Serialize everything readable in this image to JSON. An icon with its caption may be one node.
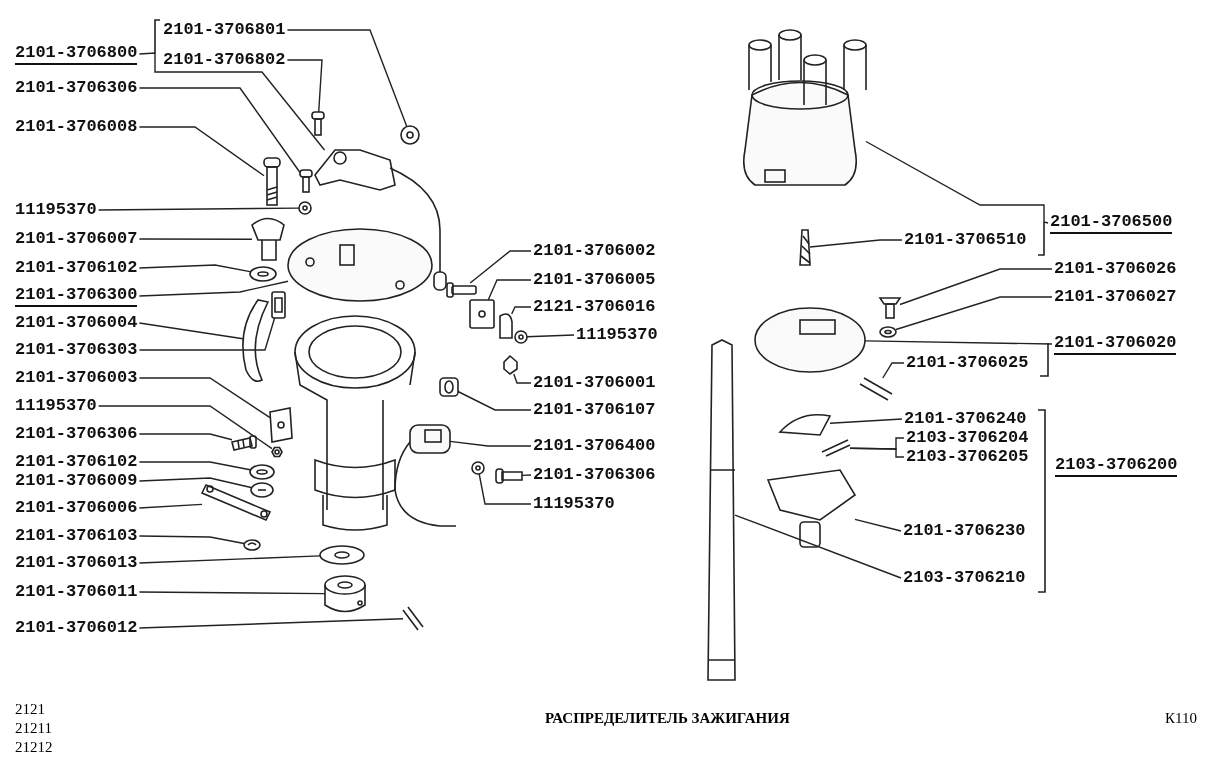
{
  "diagram": {
    "title": "РАСПРЕДЕЛИТЕЛЬ ЗАЖИГАНИЯ",
    "nodes": [
      {
        "text": [
          "2101-3706801"
        ]
      },
      {
        "text": [
          "2101-3706800"
        ]
      },
      {
        "text": [
          "2101-3706802"
        ]
      },
      {
        "text": [
          "2101-3706306"
        ]
      },
      {
        "text": [
          "2101-3706008"
        ]
      },
      {
        "text": [
          "11195370"
        ]
      },
      {
        "text": [
          "2101-3706007"
        ]
      },
      {
        "text": [
          "2101-3706102"
        ]
      },
      {
        "text": [
          "2101-3706300"
        ]
      },
      {
        "text": [
          "2101-3706004"
        ]
      },
      {
        "text": [
          "2101-3706303"
        ]
      },
      {
        "text": [
          "2101-3706003"
        ]
      },
      {
        "text": [
          "11195370"
        ]
      },
      {
        "text": [
          "2101-3706306"
        ]
      },
      {
        "text": [
          "2101-3706102"
        ]
      },
      {
        "text": [
          "2101-3706009"
        ]
      },
      {
        "text": [
          "2101-3706006"
        ]
      },
      {
        "text": [
          "2101-3706103"
        ]
      },
      {
        "text": [
          "2101-3706013"
        ]
      },
      {
        "text": [
          "2101-3706011"
        ]
      },
      {
        "text": [
          "2101-3706012"
        ]
      },
      {
        "text": [
          "2101-3706002"
        ]
      },
      {
        "text": [
          "2101-3706005"
        ]
      },
      {
        "text": [
          "2121-3706016"
        ]
      },
      {
        "text": [
          "11195370"
        ]
      },
      {
        "text": [
          "2101-3706001"
        ]
      },
      {
        "text": [
          "2101-3706107"
        ]
      },
      {
        "text": [
          "2101-3706400"
        ]
      },
      {
        "text": [
          "2101-3706306"
        ]
      },
      {
        "text": [
          "11195370"
        ]
      },
      {
        "text": [
          "2101-3706500"
        ]
      },
      {
        "text": [
          "2101-3706510"
        ]
      },
      {
        "text": [
          "2101-3706026"
        ]
      },
      {
        "text": [
          "2101-3706027"
        ]
      },
      {
        "text": [
          "2101-3706020"
        ]
      },
      {
        "text": [
          "2101-3706025"
        ]
      },
      {
        "text": [
          "2101-3706240"
        ]
      },
      {
        "text": [
          "2103-3706204"
        ]
      },
      {
        "text": [
          "2103-3706205"
        ]
      },
      {
        "text": [
          "2103-3706200"
        ]
      },
      {
        "text": [
          "2101-3706230"
        ]
      },
      {
        "text": [
          "2103-3706210"
        ]
      },
      {
        "text": [],
        "shape": "picture"
      },
      {
        "text": [],
        "shape": "picture"
      },
      {
        "text": [],
        "shape": "picture"
      },
      {
        "text": [],
        "shape": "picture"
      },
      {
        "text": [],
        "shape": "picture"
      },
      {
        "text": [],
        "shape": "picture"
      },
      {
        "text": [],
        "shape": "picture"
      },
      {
        "text": [],
        "shape": "picture"
      },
      {
        "text": [],
        "shape": "picture"
      },
      {
        "text": [],
        "shape": "picture"
      },
      {
        "text": [],
        "shape": "picture"
      },
      {
        "text": [],
        "shape": "picture"
      },
      {
        "text": [],
        "shape": "picture"
      },
      {
        "text": [],
        "shape": "picture"
      },
      {
        "text": [],
        "shape": "picture"
      },
      {
        "text": [],
        "shape": "picture"
      },
      {
        "text": [],
        "shape": "picture"
      },
      {
        "text": [],
        "shape": "picture"
      },
      {
        "text": [],
        "shape": "picture"
      },
      {
        "text": [],
        "shape": "picture"
      },
      {
        "text": [],
        "shape": "picture"
      },
      {
        "text": [],
        "shape": "picture"
      },
      {
        "text": [],
        "shape": "picture"
      },
      {
        "text": [],
        "shape": "picture"
      },
      {
        "text": [],
        "shape": "picture"
      },
      {
        "text": [],
        "shape": "picture"
      },
      {
        "text": [],
        "shape": "picture"
      },
      {
        "text": [],
        "shape": "picture"
      },
      {
        "text": [],
        "shape": "picture"
      },
      {
        "text": [],
        "shape": "picture"
      },
      {
        "text": [],
        "shape": "picture"
      },
      {
        "text": [],
        "shape": "picture"
      },
      {
        "text": [],
        "shape": "picture"
      },
      {
        "text": [],
        "shape": "picture"
      },
      {
        "text": [],
        "shape": "picture"
      },
      {
        "text": [],
        "shape": "picture"
      },
      {
        "text": [],
        "shape": "picture"
      },
      {
        "text": [],
        "shape": "picture"
      },
      {
        "text": [],
        "shape": "picture"
      },
      {
        "text": [],
        "shape": "picture"
      }
    ],
    "edges": [
      {
        "from": 0,
        "to": 42,
        "arrow": "none"
      },
      {
        "from": 1,
        "to": 43,
        "arrow": "none"
      },
      {
        "from": 2,
        "to": 44,
        "arrow": "none"
      },
      {
        "from": 3,
        "to": 45,
        "arrow": "none"
      },
      {
        "from": 4,
        "to": 46,
        "arrow": "none"
      },
      {
        "from": 5,
        "to": 47,
        "arrow": "none"
      },
      {
        "from": 6,
        "to": 48,
        "arrow": "none"
      },
      {
        "from": 7,
        "to": 49,
        "arrow": "none"
      },
      {
        "from": 8,
        "to": 50,
        "arrow": "none"
      },
      {
        "from": 9,
        "to": 51,
        "arrow": "none"
      },
      {
        "from": 10,
        "to": 52,
        "arrow": "none"
      },
      {
        "from": 11,
        "to": 53,
        "arrow": "none"
      },
      {
        "from": 12,
        "to": 54,
        "arrow": "none"
      },
      {
        "from": 13,
        "to": 55,
        "arrow": "none"
      },
      {
        "from": 14,
        "to": 56,
        "arrow": "none"
      },
      {
        "from": 15,
        "to": 57,
        "arrow": "none"
      },
      {
        "from": 16,
        "to": 58,
        "arrow": "none"
      },
      {
        "from": 17,
        "to": 59,
        "arrow": "none"
      },
      {
        "from": 18,
        "to": 60,
        "arrow": "none"
      },
      {
        "from": 19,
        "to": 61,
        "arrow": "none"
      },
      {
        "from": 20,
        "to": 62,
        "arrow": "none"
      },
      {
        "from": 21,
        "to": 63,
        "arrow": "none"
      },
      {
        "from": 22,
        "to": 64,
        "arrow": "none"
      },
      {
        "from": 23,
        "to": 65,
        "arrow": "none"
      },
      {
        "from": 24,
        "to": 66,
        "arrow": "none"
      },
      {
        "from": 25,
        "to": 67,
        "arrow": "none"
      },
      {
        "from": 26,
        "to": 68,
        "arrow": "none"
      },
      {
        "from": 27,
        "to": 69,
        "arrow": "none"
      },
      {
        "from": 28,
        "to": 70,
        "arrow": "none"
      },
      {
        "from": 29,
        "to": 71,
        "arrow": "none"
      },
      {
        "from": 30,
        "to": 72,
        "arrow": "none"
      },
      {
        "from": 31,
        "to": 73,
        "arrow": "none"
      },
      {
        "from": 32,
        "to": 74,
        "arrow": "none"
      },
      {
        "from": 33,
        "to": 75,
        "arrow": "none"
      },
      {
        "from": 34,
        "to": 76,
        "arrow": "none"
      },
      {
        "from": 35,
        "to": 77,
        "arrow": "none"
      },
      {
        "from": 36,
        "to": 78,
        "arrow": "none"
      },
      {
        "from": 37,
        "to": 79,
        "arrow": "none"
      },
      {
        "from": 38,
        "to": 79,
        "arrow": "none"
      },
      {
        "from": 40,
        "to": 80,
        "arrow": "none"
      },
      {
        "from": 41,
        "to": 81,
        "arrow": "none"
      }
    ],
    "labels": [
      "2121",
      "21211",
      "21212",
      "К110"
    ]
  }
}
